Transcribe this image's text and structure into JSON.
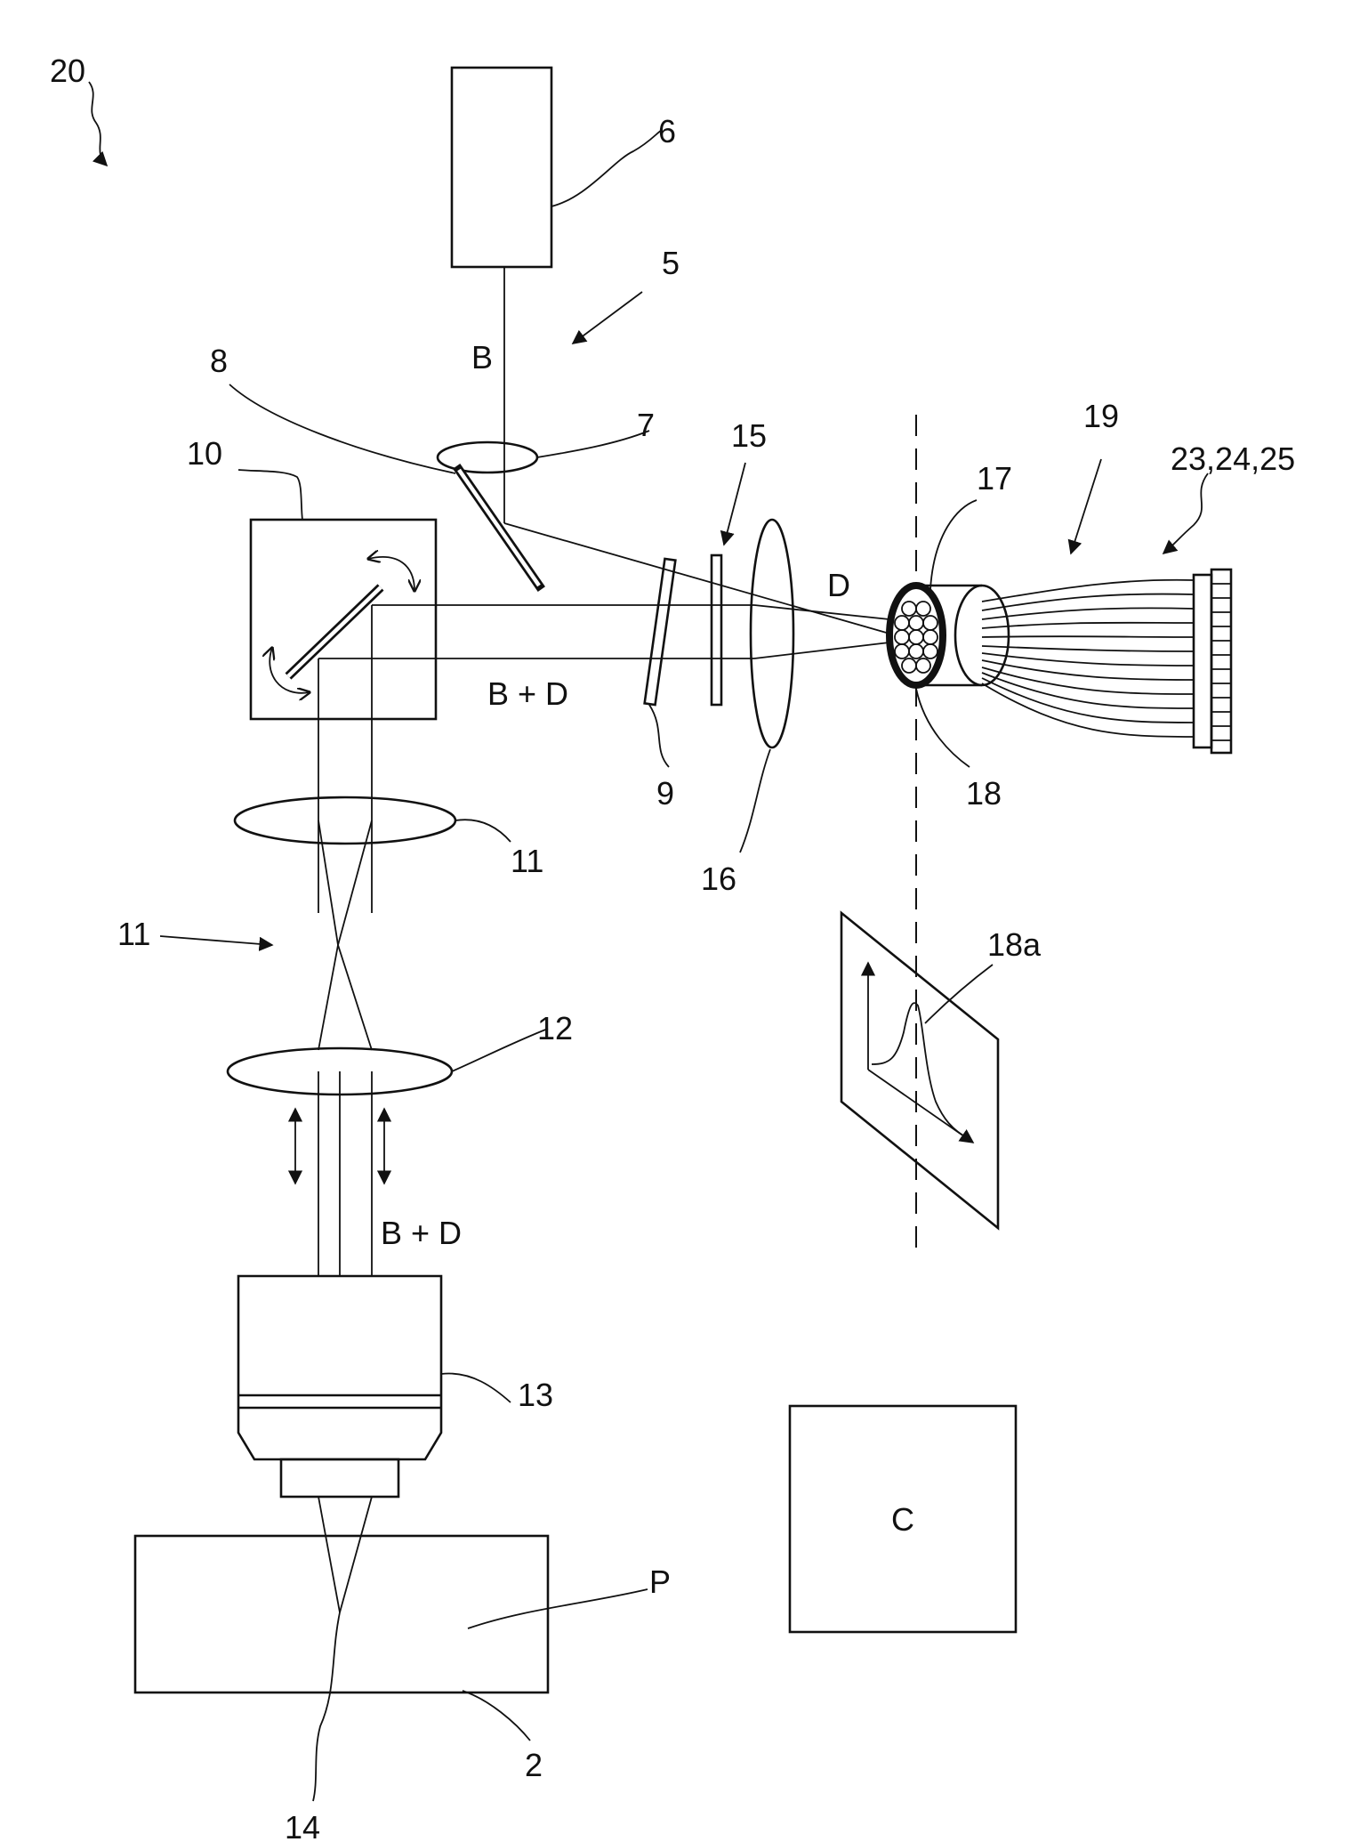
{
  "labels": {
    "system": "20",
    "light_source": "6",
    "illumination_arrow": "5",
    "beam_b": "B",
    "lens_7": "7",
    "dichroic_8": "8",
    "scanner_10": "10",
    "filter_9": "9",
    "filter_group_15": "15",
    "lens_16": "16",
    "beam_d": "D",
    "beam_bd_horizontal": "B + D",
    "fiber_bundle_17": "17",
    "fiber_end_18": "18",
    "fiber_group_19": "19",
    "detectors": "23,24,25",
    "lens_11": "11",
    "relay_11": "11",
    "lens_12": "12",
    "beam_bd_vertical": "B + D",
    "objective_13": "13",
    "specimen_p": "P",
    "stage_2": "2",
    "focus_14": "14",
    "profile_18a": "18a",
    "controller_c": "C"
  }
}
